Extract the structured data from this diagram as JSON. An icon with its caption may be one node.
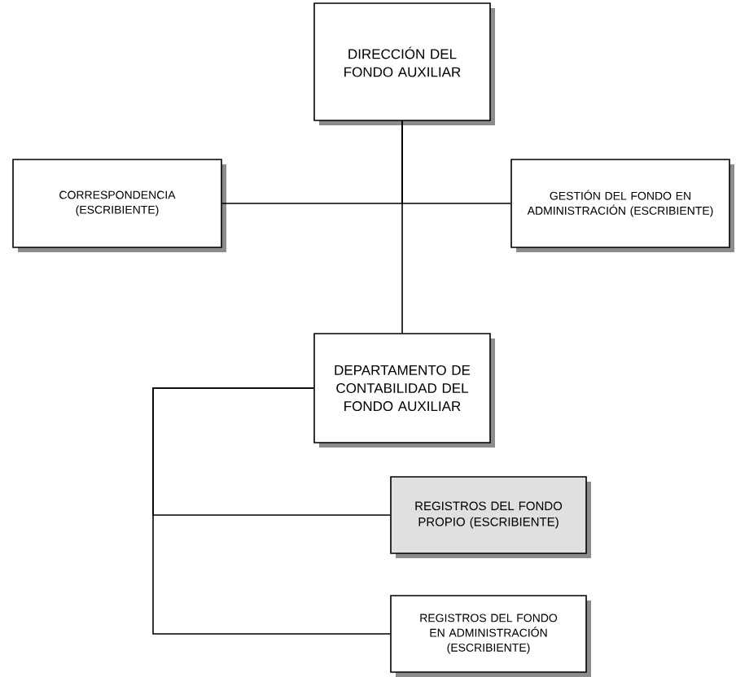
{
  "diagram": {
    "nodes": [
      {
        "text": [
          "DIRECCIÓN DEL FONDO AUXILIAR"
        ]
      },
      {
        "text": [
          "CORRESPONDENCIA (ESCRIBIENTE)"
        ]
      },
      {
        "text": [
          "GESTIÓN DEL FONDO EN ADMINISTRACIÓN (ESCRIBIENTE)"
        ]
      },
      {
        "text": [
          "DEPARTAMENTO DE CONTABILIDAD DEL FONDO AUXILIAR"
        ]
      },
      {
        "text": [
          "REGISTROS DEL FONDO PROPIO (ESCRIBIENTE)"
        ]
      },
      {
        "text": [
          "REGISTROS DEL FONDO EN ADMINISTRACIÓN (ESCRIBIENTE)"
        ]
      }
    ],
    "edges": [
      {
        "from": 0,
        "to": 1,
        "arrow": "none"
      },
      {
        "from": 0,
        "to": 2,
        "arrow": "none"
      },
      {
        "from": 0,
        "to": 3,
        "arrow": "none"
      },
      {
        "from": 3,
        "to": 4,
        "arrow": "none"
      },
      {
        "from": 3,
        "to": 5,
        "arrow": "none"
      }
    ]
  }
}
